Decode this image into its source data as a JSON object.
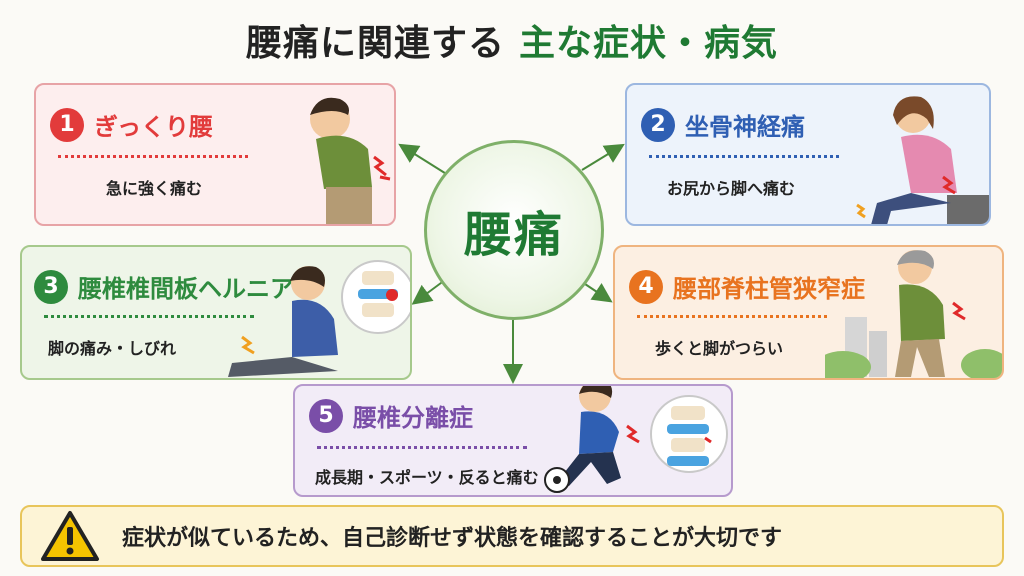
{
  "title": {
    "part1": "腰痛に関連する",
    "part2": "主な症状・病気"
  },
  "center_label": "腰痛",
  "cards": [
    {
      "number": "1",
      "name": "ぎっくり腰",
      "desc": "急に強く痛む"
    },
    {
      "number": "2",
      "name": "坐骨神経痛",
      "desc": "お尻から脚へ痛む"
    },
    {
      "number": "3",
      "name": "腰椎椎間板ヘルニア",
      "desc": "脚の痛み・しびれ"
    },
    {
      "number": "4",
      "name": "腰部脊柱管狭窄症",
      "desc": "歩くと脚がつらい"
    },
    {
      "number": "5",
      "name": "腰椎分離症",
      "desc": "成長期・スポーツ・反ると痛む"
    }
  ],
  "warning": {
    "text": "症状が似ているため、自己診断せず状態を確認することが大切です",
    "icon": "warning-triangle-icon"
  },
  "colors": {
    "card1": "#e23b3b",
    "card2": "#2f5fb3",
    "card3": "#2e8b3e",
    "card4": "#e8731f",
    "card5": "#7a4ea8",
    "title_accent": "#1f7a33"
  }
}
